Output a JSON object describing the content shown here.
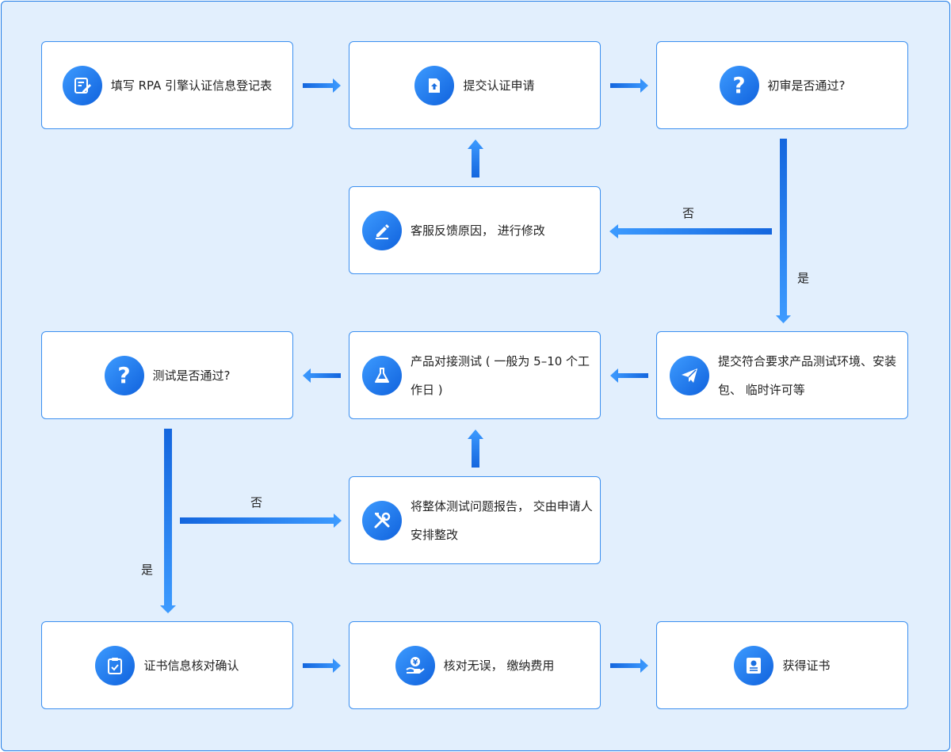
{
  "steps": {
    "fill_form": "填写 RPA 引擎认证信息登记表",
    "submit": "提交认证申请",
    "review": "初审是否通过?",
    "feedback": "客服反馈原因， 进行修改",
    "submit_env": "提交符合要求产品测试环境、安装包、 临时许可等",
    "test": "产品对接测试 ( 一般为 5–10 个工作日 )",
    "test_passed": "测试是否通过?",
    "report": "将整体测试问题报告， 交由申请人安排整改",
    "verify": "证书信息核对确认",
    "pay": "核对无误， 缴纳费用",
    "get_cert": "获得证书"
  },
  "branch_labels": {
    "review_no": "否",
    "review_yes": "是",
    "test_no": "否",
    "test_yes": "是"
  },
  "colors": {
    "background": "#e2effd",
    "border": "#3b8ff0",
    "accent": "#1a6fe0"
  },
  "icons": {
    "fill_form": "edit-form-icon",
    "submit": "upload-icon",
    "review": "question-icon",
    "feedback": "pencil-icon",
    "submit_env": "paper-plane-icon",
    "test": "flask-icon",
    "test_passed": "question-icon",
    "report": "tools-icon",
    "verify": "clipboard-check-icon",
    "pay": "payment-hand-icon",
    "get_cert": "certificate-icon"
  }
}
